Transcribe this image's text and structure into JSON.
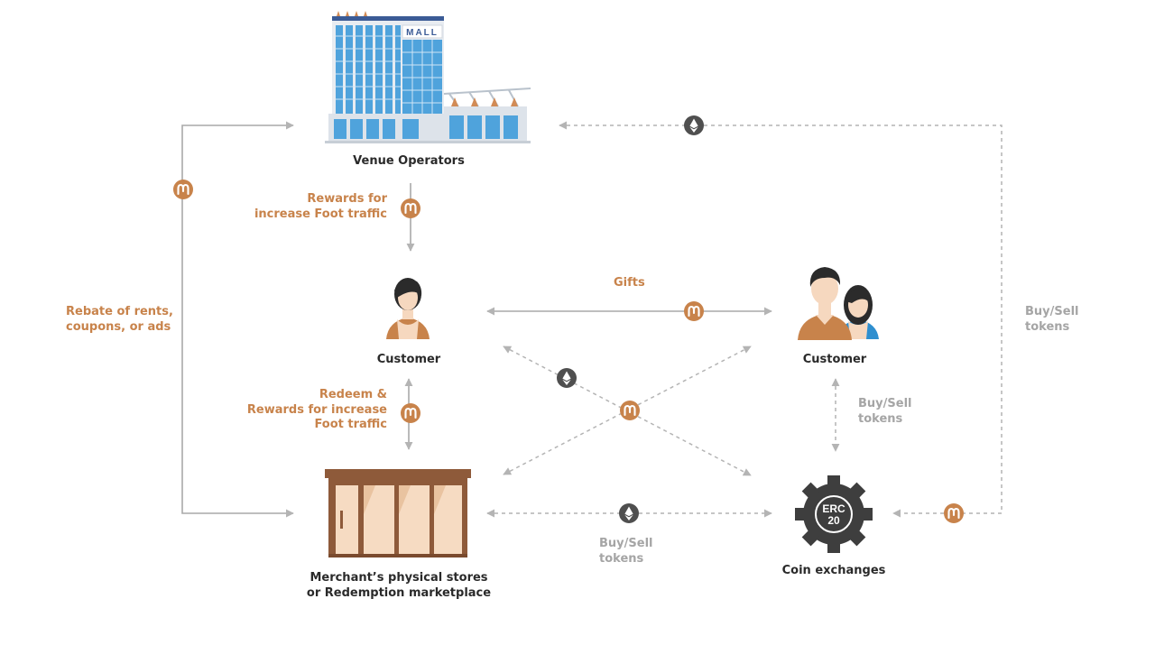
{
  "nodes": {
    "venue": {
      "label": "Venue Operators",
      "badge_text": "MALL"
    },
    "customer_left": {
      "label": "Customer"
    },
    "customer_right": {
      "label": "Customer"
    },
    "merchant": {
      "label_line1": "Merchant’s physical stores",
      "label_line2": "or Redemption marketplace"
    },
    "exchange": {
      "label": "Coin exchanges",
      "gear_text_line1": "ERC",
      "gear_text_line2": "20"
    }
  },
  "edges": {
    "rewards_foot_traffic": {
      "line1": "Rewards for",
      "line2": "increase Foot traffic"
    },
    "rebate": {
      "line1": "Rebate of rents,",
      "line2": "coupons, or ads"
    },
    "gifts": {
      "label": "Gifts"
    },
    "redeem": {
      "line1": "Redeem &",
      "line2": "Rewards for increase",
      "line3": "Foot traffic"
    },
    "buysell_right": {
      "line1": "Buy/Sell",
      "line2": "tokens"
    },
    "buysell_exchange": {
      "line1": "Buy/Sell",
      "line2": "tokens"
    },
    "buysell_bottom": {
      "line1": "Buy/Sell",
      "line2": "tokens"
    }
  },
  "token_icons": {
    "coin_icon": "m-coin-icon",
    "eth_icon": "ethereum-icon"
  },
  "colors": {
    "accent": "#c8834b",
    "arrow_solid": "#a9a9a9",
    "arrow_dashed": "#b4b4b4",
    "eth_badge": "#4f4f4f",
    "text_dark": "#2a2a2a",
    "text_grey": "#a5a5a5"
  }
}
